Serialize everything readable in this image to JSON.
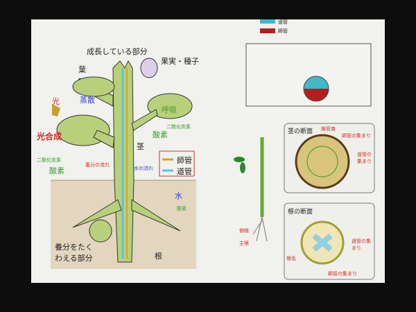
{
  "plant": {
    "growing": "成長している部分",
    "fruit": "果実・種子",
    "leaf": "葉",
    "light": "光",
    "transpiration": "蒸散",
    "photosynthesis": "光合成",
    "co2_left": "二酸化炭素",
    "o2_left": "酸素",
    "respiration": "呼吸",
    "co2_right": "二酸化炭素",
    "o2_right": "酸素",
    "stem": "茎",
    "nutrient_flow": "養分の流れ",
    "water_flow": "水の流れ",
    "water": "水",
    "oxygen_root": "酸素",
    "storage": "養分をたくわえる部分",
    "root": "根"
  },
  "legend": {
    "phloem": "師管",
    "xylem": "道管",
    "phloem_color": "#e0a020",
    "xylem_color": "#50c8e0"
  },
  "leaf_section": {
    "legend_xylem": "道管",
    "legend_phloem": "師管",
    "xylem_color": "#40b8c8",
    "phloem_color": "#b02020"
  },
  "stem_section": {
    "title": "茎の断面",
    "bundle": "維管束",
    "phloem": "師管の集まり",
    "xylem": "道管の集まり"
  },
  "root_section": {
    "title": "根の断面",
    "xylem": "道管の集まり",
    "phloem": "師管の集まり",
    "root_hair": "根毛"
  },
  "small_plant": {
    "lateral_root": "側根",
    "main_root": "主根"
  }
}
